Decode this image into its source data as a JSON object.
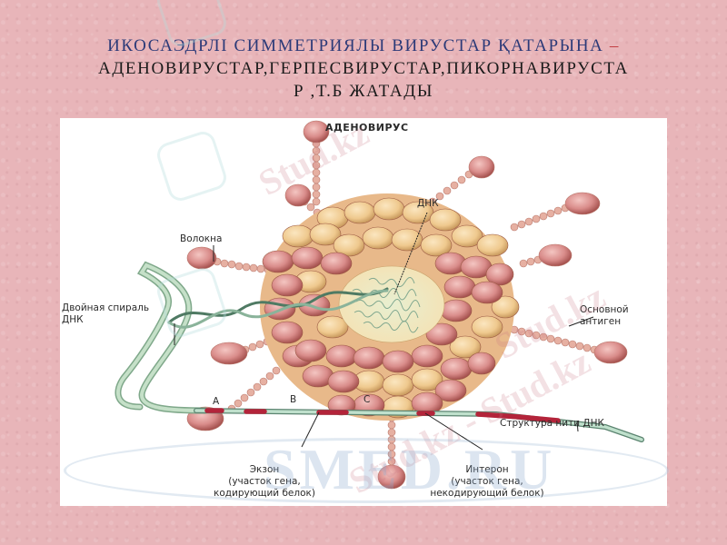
{
  "slide": {
    "title_line1": "ИКОСАЭДРЛІ СИММЕТРИЯЛЫ ВИРУСТАР ҚАТАРЫНА",
    "title_dash": " –",
    "title_line2": "АДЕНОВИРУСТАР,ГЕРПЕСВИРУСТАР,ПИКОРНАВИРУСТА",
    "title_line3": "Р ,Т.Б ЖАТАДЫ"
  },
  "figure": {
    "title": "АДЕНОВИРУС",
    "labels": {
      "dna": "ДНК",
      "fibers": "Волокна",
      "double_helix_1": "Двойная спираль",
      "double_helix_2": "ДНК",
      "main_antigen_1": "Основной",
      "main_antigen_2": "антиген",
      "dna_strand_structure": "Структура нити ДНК",
      "segment_a": "A",
      "segment_b": "B",
      "segment_c": "C",
      "exon_1": "Экзон",
      "exon_2": "(участок гена,",
      "exon_3": "кодирующий белок)",
      "intron_1": "Интерон",
      "intron_2": "(участок гена,",
      "intron_3": "некодирующий белок)"
    },
    "colors": {
      "capsomer_pink": "#d9898a",
      "capsomer_tan": "#f0cf97",
      "fiber": "#e2a79a",
      "dna_green": "#a9cfb0",
      "exon_red": "#b3243a"
    }
  },
  "watermarks": {
    "stud_1": "Stud.kz",
    "stud_2": "Stud.kz",
    "stud_3": "Stud.kz - Stud.kz",
    "smed": "SMED.RU"
  }
}
